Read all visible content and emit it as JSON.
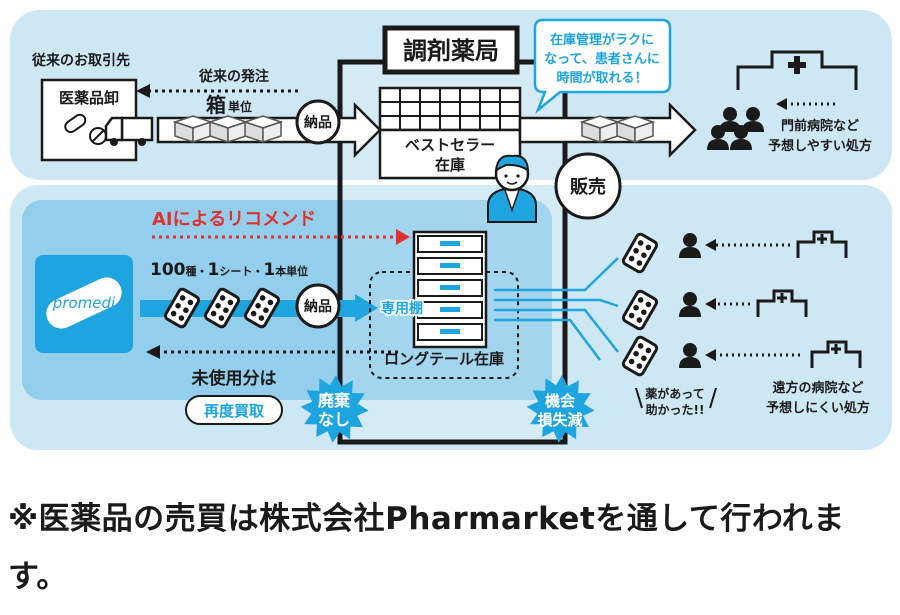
{
  "colors": {
    "panel_bg": "#cde7f4",
    "lower_panel": "#a9d6ef",
    "inner_box": "#64b9e6",
    "accent_blue": "#1ea4df",
    "red": "#e03131",
    "dark": "#1a1a1a",
    "white": "#ffffff"
  },
  "pharmacy": {
    "title": "調剤薬局"
  },
  "upper": {
    "source_label": "従来のお取引先",
    "wholesaler": "医薬品卸",
    "order_label": "従来の発注",
    "box_unit_big": "箱",
    "box_unit_small": "単位",
    "delivery_badge": "納品",
    "bestseller_line1": "ベストセラー",
    "bestseller_line2": "在庫",
    "speech_lines": [
      "在庫管理がラクに",
      "なって、患者さんに",
      "時間が取れる！"
    ],
    "sale_badge": "販売",
    "nearby_line1": "門前病院など",
    "nearby_line2": "予想しやすい処方"
  },
  "lower": {
    "ai_label": "AIによるリコメンド",
    "logo_text": "promedi",
    "unit_parts": [
      "100",
      "種・",
      "1",
      "シート・",
      "1",
      "本単位"
    ],
    "delivery_badge": "納品",
    "shelf_label": "専用棚",
    "longtail_label": "ロングテール在庫",
    "unused_label": "未使用分は",
    "rebuy_label": "再度買取",
    "burst_waste_lines": [
      "廃棄",
      "なし"
    ],
    "burst_loss_lines": [
      "機会",
      "損失減"
    ],
    "relief_line1": "薬があって",
    "relief_line2": "助かった!!",
    "far_line1": "遠方の病院など",
    "far_line2": "予想しにくい処方"
  },
  "footer_note": "※医薬品の売買は株式会社Pharmarketを通して行われます。"
}
